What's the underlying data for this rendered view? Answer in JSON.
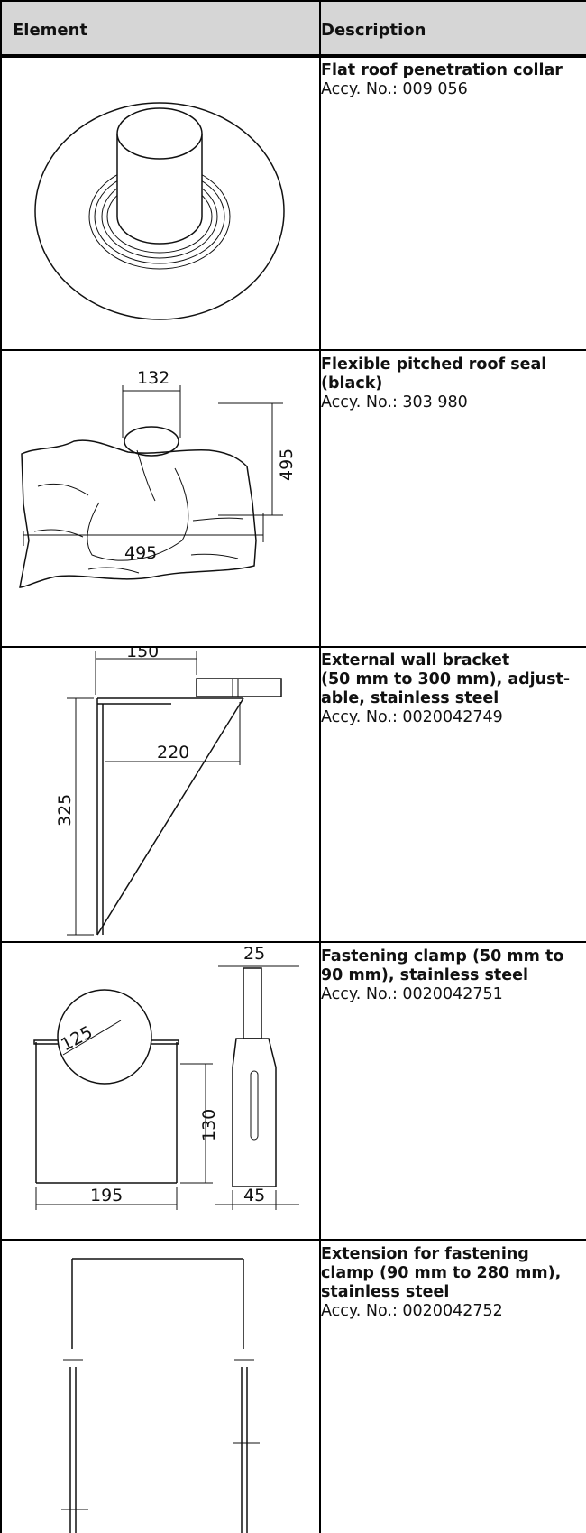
{
  "header": {
    "element": "Element",
    "description": "Description"
  },
  "rows": [
    {
      "title": "Flat roof penetration collar",
      "accy": "Accy. No.: 009 056"
    },
    {
      "title": "Flexible pitched roof seal\n(black)",
      "accy": "Accy. No.: 303 980",
      "dims": {
        "width_top": "132",
        "height": "495",
        "width": "495"
      }
    },
    {
      "title": "External wall bracket\n(50 mm to 300 mm), adjust-\nable, stainless steel",
      "accy": "Accy. No.: 0020042749",
      "dims": {
        "top": "150",
        "arm": "220",
        "height": "325"
      }
    },
    {
      "title": "Fastening clamp (50 mm to\n90 mm), stainless steel",
      "accy": "Accy. No.: 0020042751",
      "dims": {
        "dia": "125",
        "height": "130",
        "width": "195",
        "side_top": "25",
        "side_bottom": "45"
      }
    },
    {
      "title": "Extension for fastening\nclamp  (90 mm to 280 mm),\nstainless steel",
      "accy": "Accy. No.: 0020042752"
    }
  ]
}
